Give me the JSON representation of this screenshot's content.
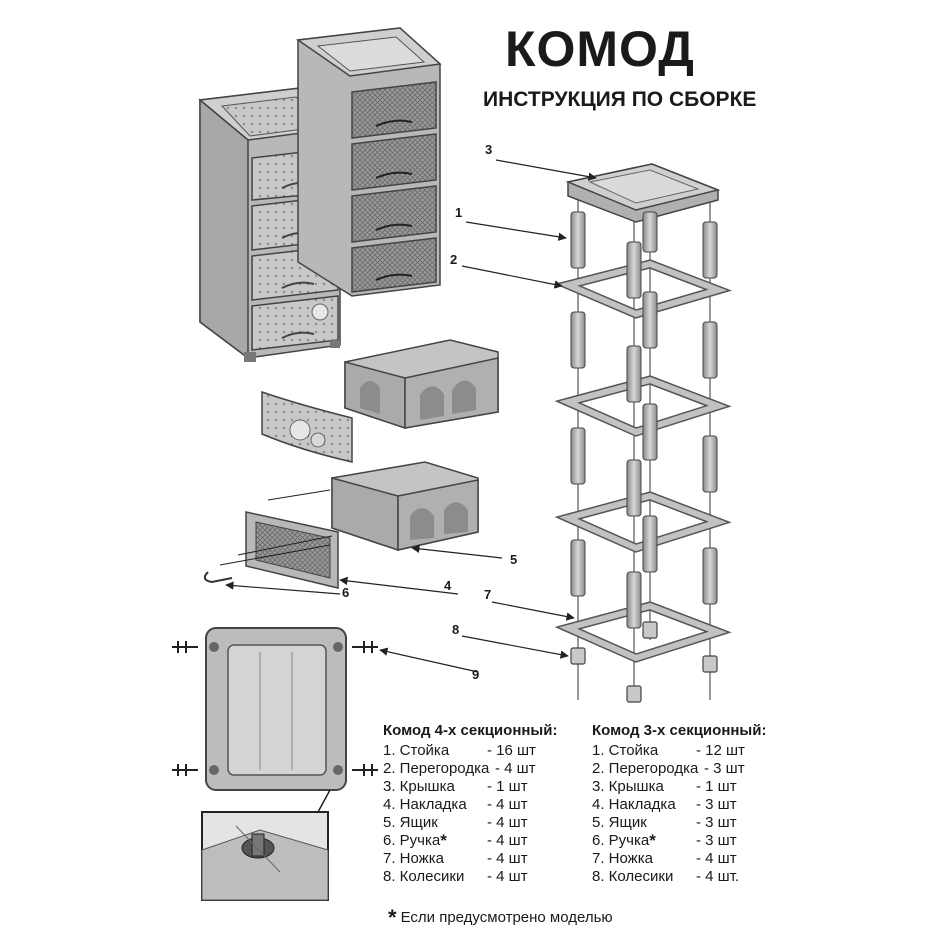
{
  "title": "КОМОД",
  "subtitle": "ИНСТРУКЦИЯ ПО СБОРКЕ",
  "callouts": [
    {
      "label": "3"
    },
    {
      "label": "1"
    },
    {
      "label": "2"
    },
    {
      "label": "5"
    },
    {
      "label": "4"
    },
    {
      "label": "6"
    },
    {
      "label": "7"
    },
    {
      "label": "8"
    },
    {
      "label": "9"
    }
  ],
  "list_4": {
    "heading": "Комод 4-х секционный:",
    "items": [
      {
        "name": "1. Стойка",
        "qty": "- 16 шт"
      },
      {
        "name": "2. Перегородка",
        "qty": "- 4 шт"
      },
      {
        "name": "3. Крышка",
        "qty": "- 1 шт"
      },
      {
        "name": "4. Накладка",
        "qty": "- 4 шт"
      },
      {
        "name": "5. Ящик",
        "qty": "- 4 шт"
      },
      {
        "name": "6. Ручка",
        "qty": "- 4 шт",
        "star": "*"
      },
      {
        "name": "7. Ножка",
        "qty": "- 4 шт"
      },
      {
        "name": "8. Колесики",
        "qty": "- 4 шт"
      }
    ]
  },
  "list_3": {
    "heading": "Комод 3-х секционный:",
    "items": [
      {
        "name": "1. Стойка",
        "qty": "- 12 шт"
      },
      {
        "name": "2. Перегородка",
        "qty": "- 3 шт"
      },
      {
        "name": "3. Крышка",
        "qty": "- 1 шт"
      },
      {
        "name": "4. Накладка",
        "qty": "- 3 шт"
      },
      {
        "name": "5. Ящик",
        "qty": "- 3 шт"
      },
      {
        "name": "6. Ручка",
        "qty": "- 3 шт",
        "star": "*"
      },
      {
        "name": "7. Ножка",
        "qty": "- 4 шт"
      },
      {
        "name": "8. Колесики",
        "qty": "- 4 шт."
      }
    ]
  },
  "footnote": {
    "star": "*",
    "text": "Если предусмотрено моделью"
  },
  "colors": {
    "plastic": "#b4b4b4",
    "plastic_dark": "#8a8a8a",
    "outline": "#444444",
    "text": "#1a1a1a"
  }
}
